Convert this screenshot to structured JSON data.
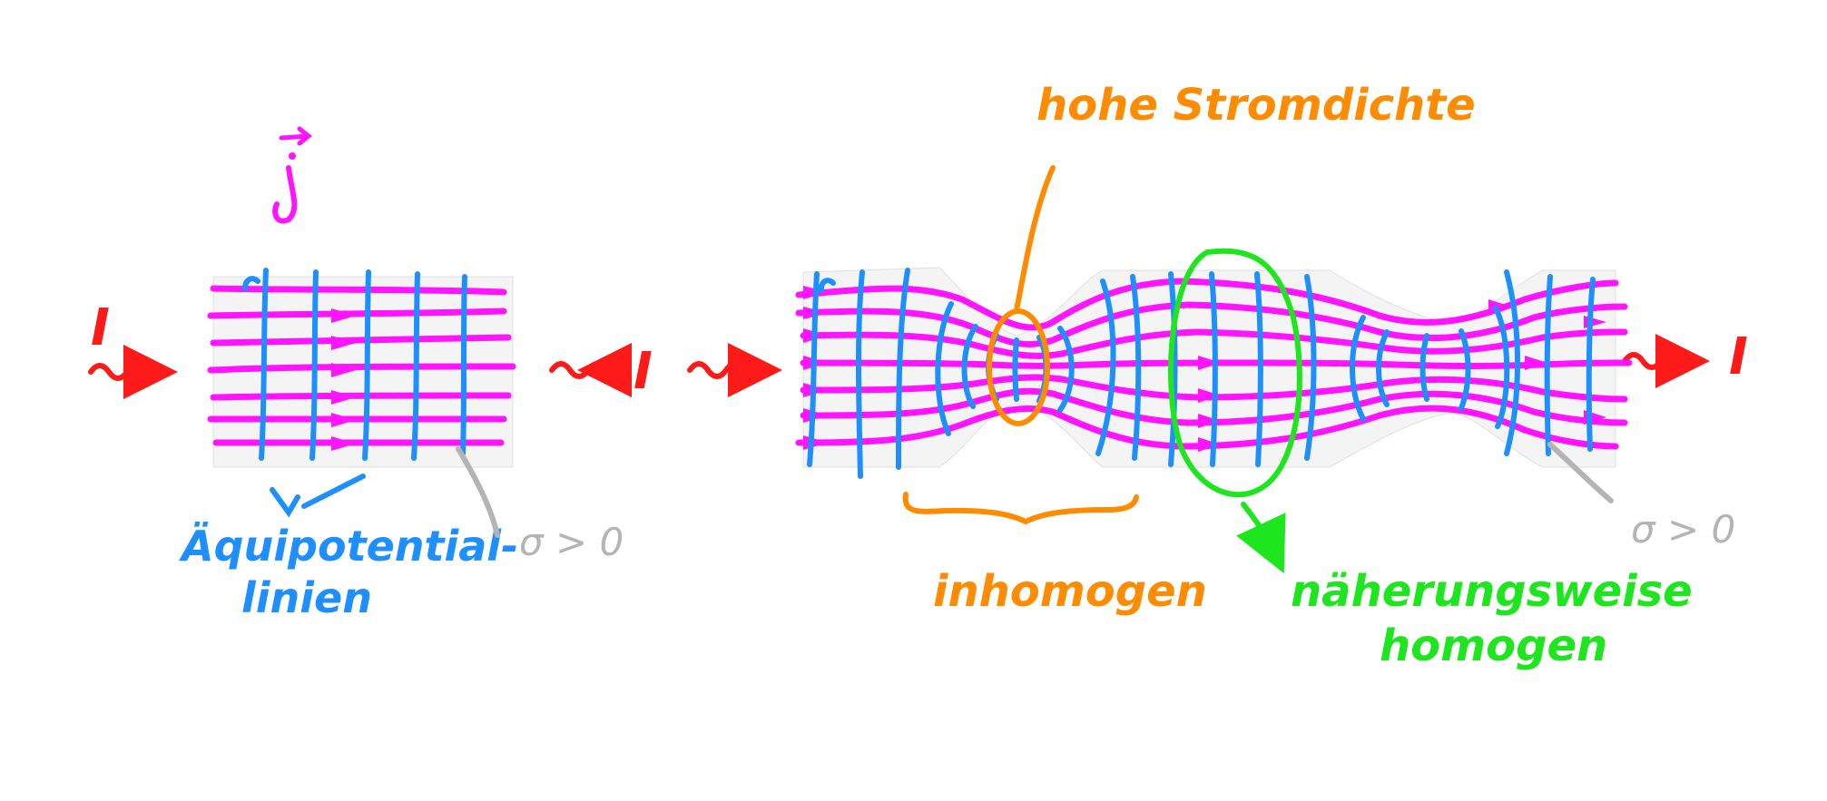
{
  "colors": {
    "current": "#ff1a1a",
    "field_lines": "#ff14ff",
    "equipotential": "#1e8fff",
    "high_density": "#ff8c00",
    "homogeneous": "#1ee61e",
    "note": "#b4b4b4"
  },
  "labels": {
    "current_symbol": "I",
    "current_density": "j⃗",
    "equipotential": "Äquipotential-",
    "equipotential_line2": "linien",
    "sigma_left": "σ > 0",
    "sigma_right": "σ > 0",
    "high_current_density": "hohe Stromdichte",
    "inhomogeneous": "inhomogen",
    "approx_homogeneous_line1": "näherungsweise",
    "approx_homogeneous_line2": "homogen"
  }
}
